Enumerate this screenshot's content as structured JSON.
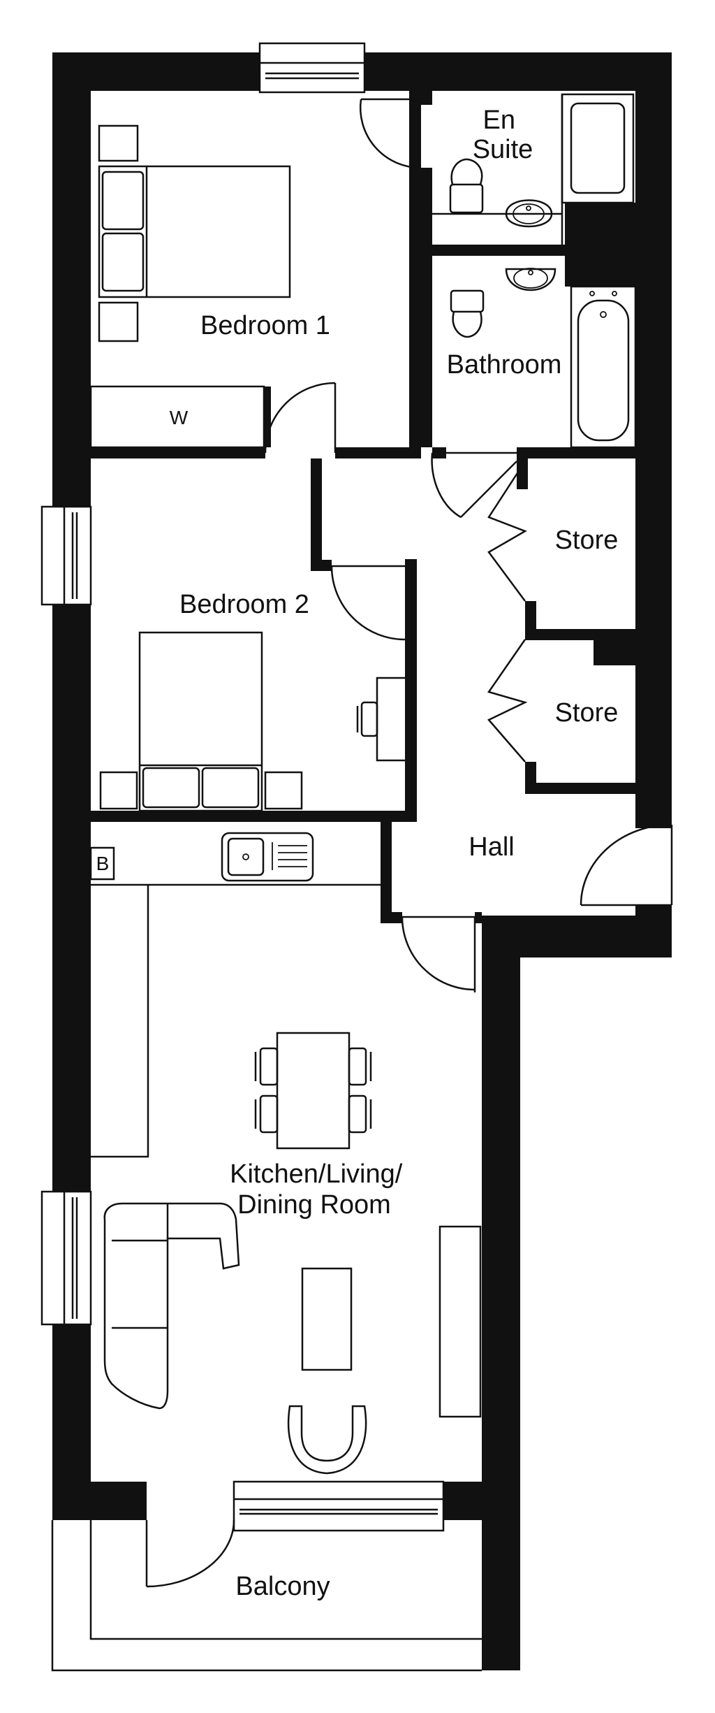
{
  "rooms": {
    "en_suite": [
      "En",
      "Suite"
    ],
    "bathroom": "Bathroom",
    "bedroom1": "Bedroom 1",
    "wardrobe": "W",
    "store_upper": "Store",
    "store_lower": "Store",
    "bedroom2": "Bedroom 2",
    "hall": "Hall",
    "boiler": "B",
    "kitchen_living": [
      "Kitchen/Living/",
      "Dining Room"
    ],
    "balcony": "Balcony"
  },
  "colors": {
    "wall": "#111111",
    "background": "#ffffff"
  }
}
